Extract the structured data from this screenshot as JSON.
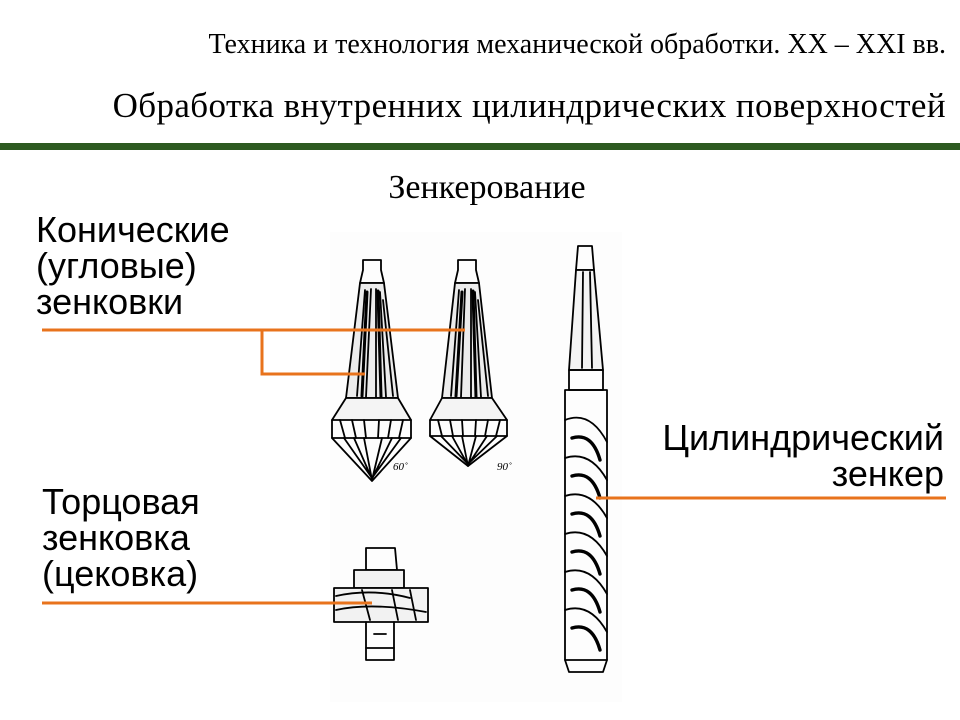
{
  "header": {
    "line": "Техника и технология механической обработки. XX – XXI вв.",
    "title": "Обработка внутренних цилиндрических поверхностей"
  },
  "slide": {
    "subtitle": "Зенкерование",
    "labels": {
      "conical": "Конические\n(угловые)\nзенковки",
      "face": "Торцовая\nзенковка\n(цековка)",
      "cylindrical": "Цилиндрический\nзенкер"
    },
    "angle_labels": [
      "60˚",
      "90˚"
    ]
  },
  "colors": {
    "accent_line": "#e8731c",
    "header_rule": "#2e5a21",
    "ink": "#000000"
  }
}
